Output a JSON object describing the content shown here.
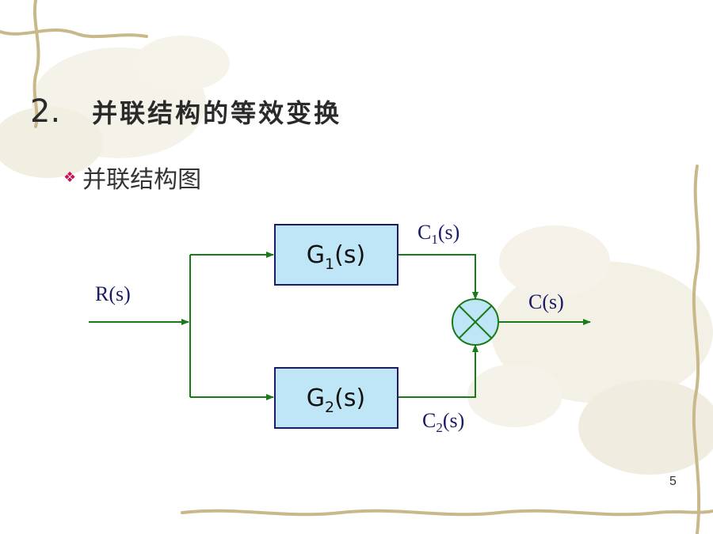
{
  "slide": {
    "title_number": "2.",
    "title_text": "并联结构的等效变换",
    "bullet_icon": "diamond-cluster-icon",
    "bullet_text": "并联结构图",
    "page_number": "5"
  },
  "diagram": {
    "input_label": "R(s)",
    "output_label": "C(s)",
    "block1": {
      "name": "G",
      "sub": "1",
      "suffix": "(s)"
    },
    "block2": {
      "name": "G",
      "sub": "2",
      "suffix": "(s)"
    },
    "c1": {
      "name": "C",
      "sub": "1",
      "suffix": "(s)"
    },
    "c2": {
      "name": "C",
      "sub": "2",
      "suffix": "(s)"
    },
    "summing_junction_icon": "summing-junction-cross-icon",
    "colors": {
      "line": "#1a7a1a",
      "block_fill": "#bfe6f7",
      "block_stroke": "#1c1c66",
      "junction_fill": "#bfe6f7",
      "bullet": "#c2185b"
    }
  }
}
